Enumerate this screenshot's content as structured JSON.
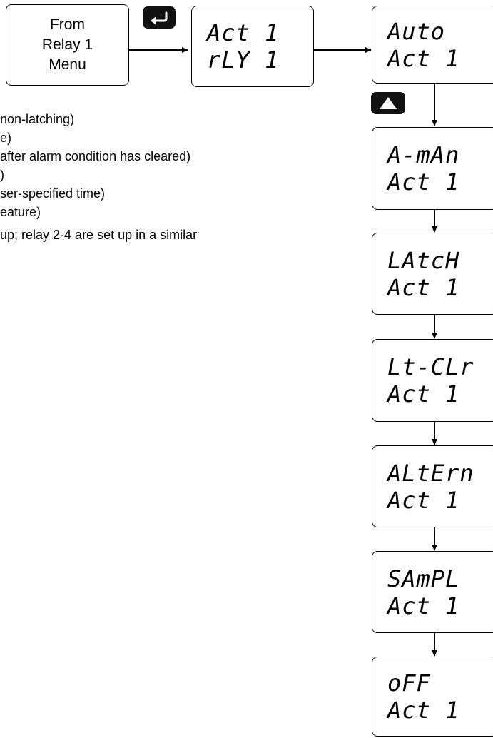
{
  "from_box": {
    "lines": [
      "From",
      "Relay 1",
      "Menu"
    ]
  },
  "enter_key": {
    "icon": "enter-return-icon"
  },
  "up_key": {
    "icon": "up-triangle-icon"
  },
  "relay_display": {
    "line1": "Act 1",
    "line2": "rLY 1"
  },
  "notes": [
    "non-latching)",
    "e)",
    " after alarm condition has cleared)",
    ")",
    "ser-specified time)",
    "eature)",
    "up; relay 2-4 are set up in a similar"
  ],
  "action_displays": [
    {
      "line1": "Auto",
      "line2": "Act 1"
    },
    {
      "line1": "A-mAn",
      "line2": "Act 1"
    },
    {
      "line1": "LAtcH",
      "line2": "Act 1"
    },
    {
      "line1": "Lt-CLr",
      "line2": "Act 1"
    },
    {
      "line1": "ALtErn",
      "line2": "Act 1"
    },
    {
      "line1": "SAmPL",
      "line2": "Act 1"
    },
    {
      "line1": "oFF",
      "line2": "Act 1"
    }
  ]
}
